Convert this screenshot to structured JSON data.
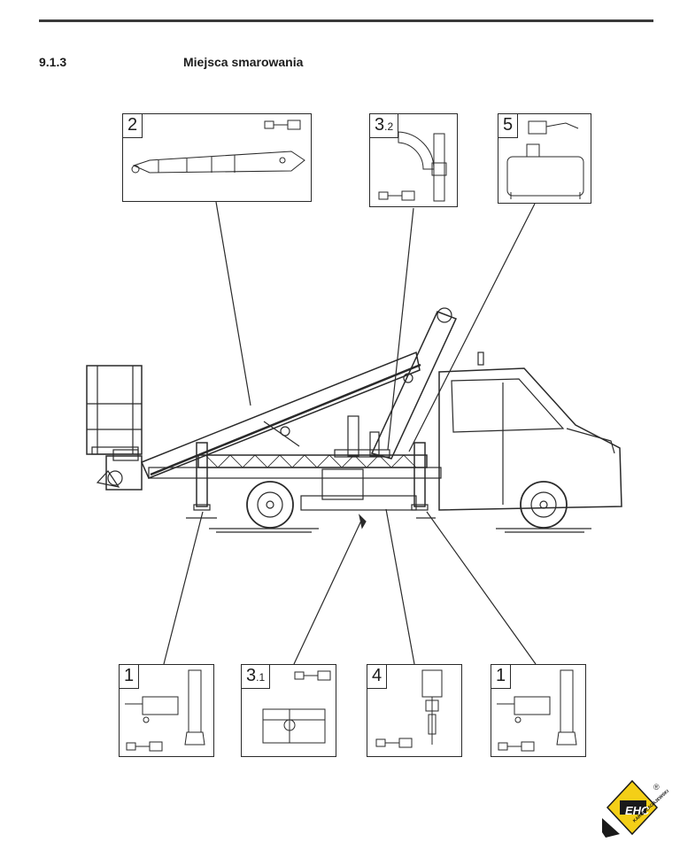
{
  "section": {
    "number": "9.1.3",
    "title": "Miejsca smarowania"
  },
  "callouts": [
    {
      "id": "box-2",
      "main": "2",
      "sub": ""
    },
    {
      "id": "box-3-2",
      "main": "3",
      "sub": ".2"
    },
    {
      "id": "box-5",
      "main": "5",
      "sub": ""
    },
    {
      "id": "box-1a",
      "main": "1",
      "sub": ""
    },
    {
      "id": "box-3-1",
      "main": "3",
      "sub": ".1"
    },
    {
      "id": "box-4",
      "main": "4",
      "sub": ""
    },
    {
      "id": "box-1b",
      "main": "1",
      "sub": ""
    }
  ],
  "logo": {
    "text": "EHC",
    "registered": "®",
    "subtext": "KAROL ZAGAJEWSKI",
    "color": "#f4cf17"
  }
}
